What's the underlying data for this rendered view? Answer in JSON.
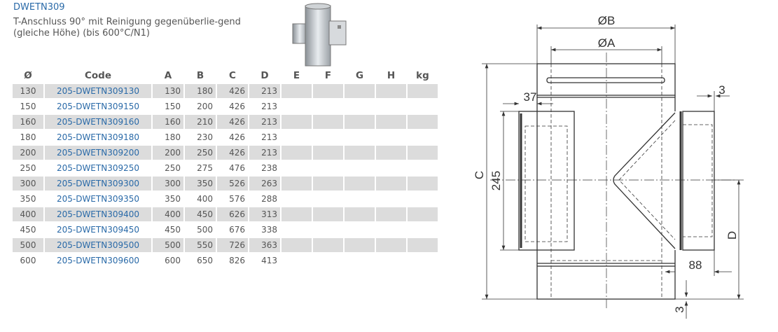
{
  "product": {
    "code": "DWETN309",
    "description": "T-Anschluss 90° mit Reinigung gegenüberlie-gend (gleiche Höhe) (bis 600°C/N1)"
  },
  "table": {
    "headers": [
      "Ø",
      "Code",
      "A",
      "B",
      "C",
      "D",
      "E",
      "F",
      "G",
      "H",
      "kg"
    ],
    "rows": [
      {
        "d": "130",
        "code": "205-DWETN309130",
        "a": "130",
        "b": "180",
        "c": "426",
        "dd": "213"
      },
      {
        "d": "150",
        "code": "205-DWETN309150",
        "a": "150",
        "b": "200",
        "c": "426",
        "dd": "213"
      },
      {
        "d": "160",
        "code": "205-DWETN309160",
        "a": "160",
        "b": "210",
        "c": "426",
        "dd": "213"
      },
      {
        "d": "180",
        "code": "205-DWETN309180",
        "a": "180",
        "b": "230",
        "c": "426",
        "dd": "213"
      },
      {
        "d": "200",
        "code": "205-DWETN309200",
        "a": "200",
        "b": "250",
        "c": "426",
        "dd": "213"
      },
      {
        "d": "250",
        "code": "205-DWETN309250",
        "a": "250",
        "b": "275",
        "c": "476",
        "dd": "238"
      },
      {
        "d": "300",
        "code": "205-DWETN309300",
        "a": "300",
        "b": "350",
        "c": "526",
        "dd": "263"
      },
      {
        "d": "350",
        "code": "205-DWETN309350",
        "a": "350",
        "b": "400",
        "c": "576",
        "dd": "288"
      },
      {
        "d": "400",
        "code": "205-DWETN309400",
        "a": "400",
        "b": "450",
        "c": "626",
        "dd": "313"
      },
      {
        "d": "450",
        "code": "205-DWETN309450",
        "a": "450",
        "b": "500",
        "c": "676",
        "dd": "338"
      },
      {
        "d": "500",
        "code": "205-DWETN309500",
        "a": "500",
        "b": "550",
        "c": "726",
        "dd": "363"
      },
      {
        "d": "600",
        "code": "205-DWETN309600",
        "a": "600",
        "b": "650",
        "c": "826",
        "dd": "413"
      }
    ]
  },
  "diagram": {
    "labels": {
      "b": "ØB",
      "a": "ØA",
      "c": "C",
      "h245": "245",
      "w37": "37",
      "t3top": "3",
      "d": "D",
      "w88": "88",
      "t3bottom": "3"
    }
  },
  "colors": {
    "link": "#2a6aa8",
    "row_band": "#dcdcdc",
    "text": "#555555"
  }
}
